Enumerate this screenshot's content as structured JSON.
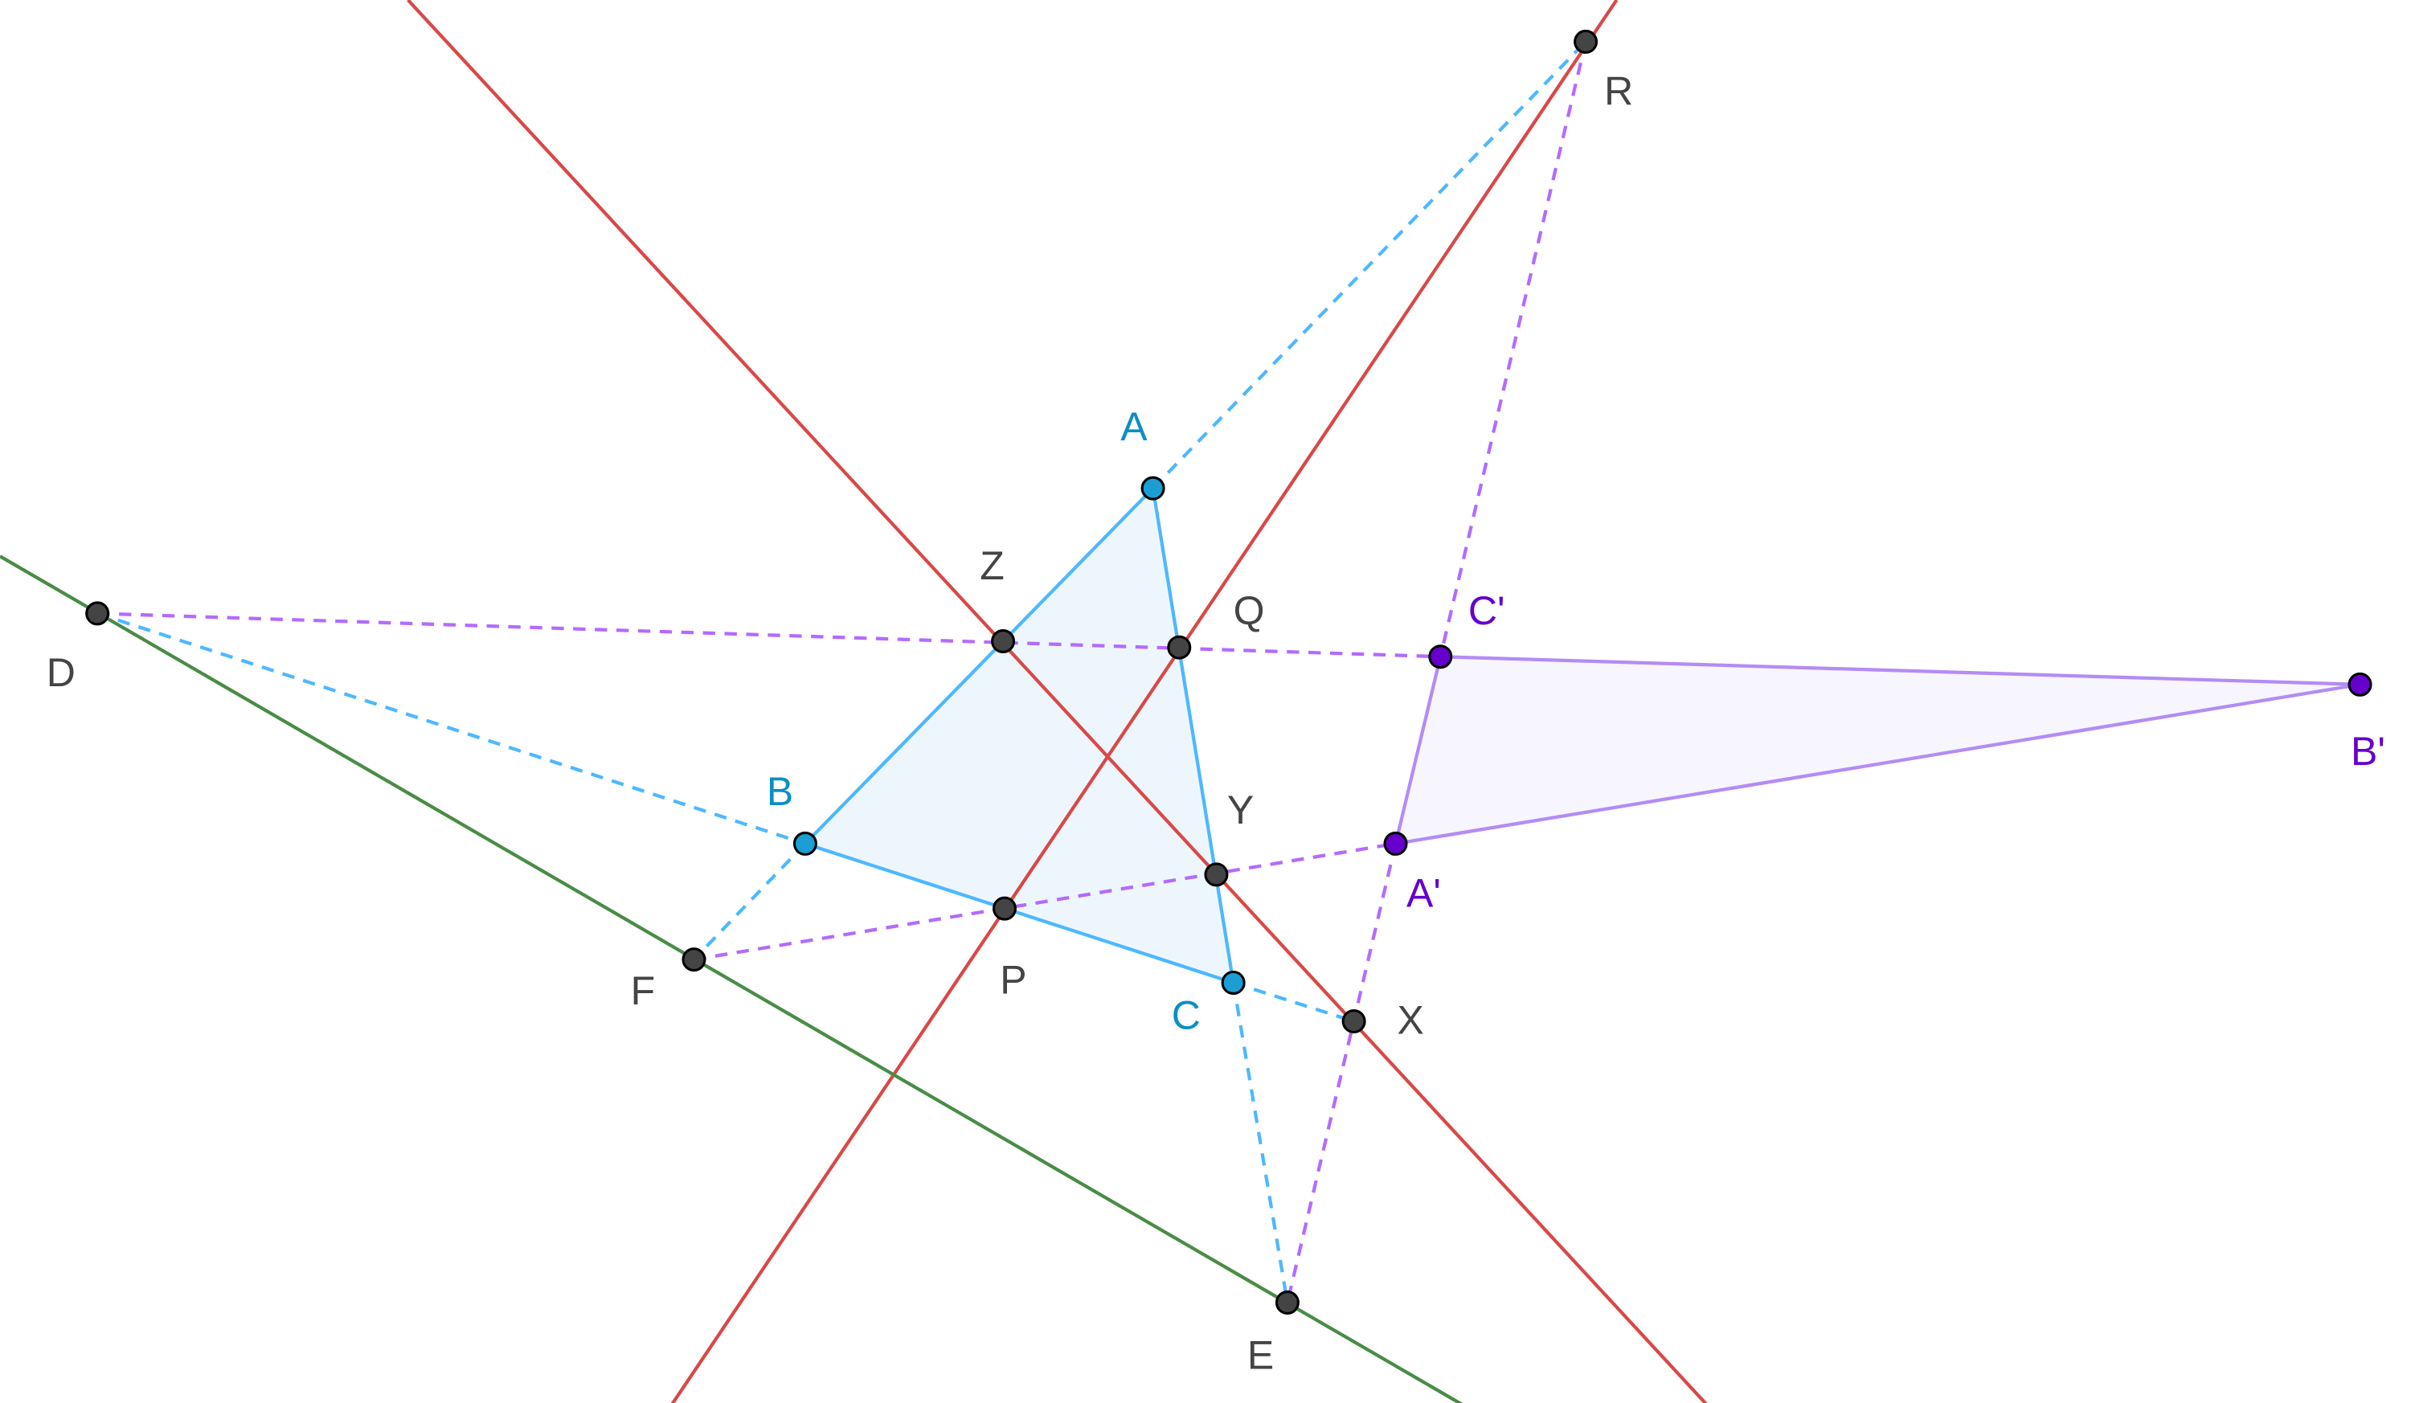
{
  "colors": {
    "red_line": "#d94848",
    "green_line": "#4a8c46",
    "triangle_blue": "#4db8ff",
    "triangle_blue_fill": "#eef6fd",
    "triangle_purple": "#b38cf5",
    "triangle_purple_fill": "#f6f4fd",
    "dashed_purple": "#b36bff",
    "point_dark": "#444444",
    "point_blue": "#1a9ed4",
    "point_purple": "#6600cc"
  },
  "points": {
    "A": "A",
    "B": "B",
    "C": "C",
    "A_prime": "A'",
    "B_prime": "B'",
    "C_prime": "C'",
    "D": "D",
    "E": "E",
    "F": "F",
    "P": "P",
    "Q": "Q",
    "R": "R",
    "X": "X",
    "Y": "Y",
    "Z": "Z"
  }
}
